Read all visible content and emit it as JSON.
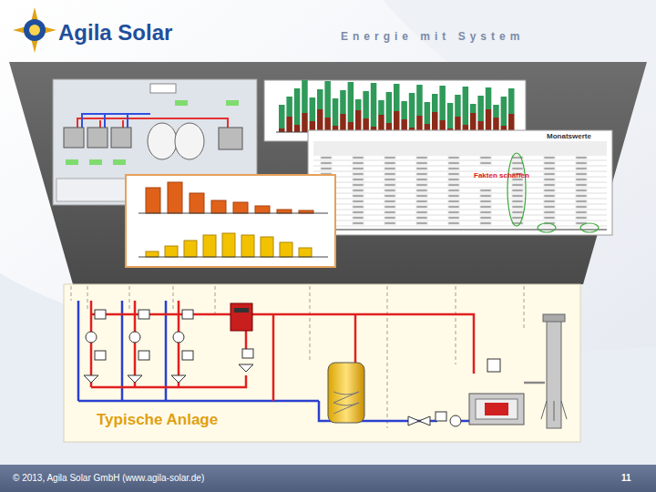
{
  "diagram": {
    "labels": [
      "Agila Solar",
      "Energie mit System",
      "Monatswerte",
      "Fakten schaffen",
      "Typische Anlage",
      "© 2013, Agila Solar GmbH (www.agila-solar.de)",
      "11"
    ]
  }
}
